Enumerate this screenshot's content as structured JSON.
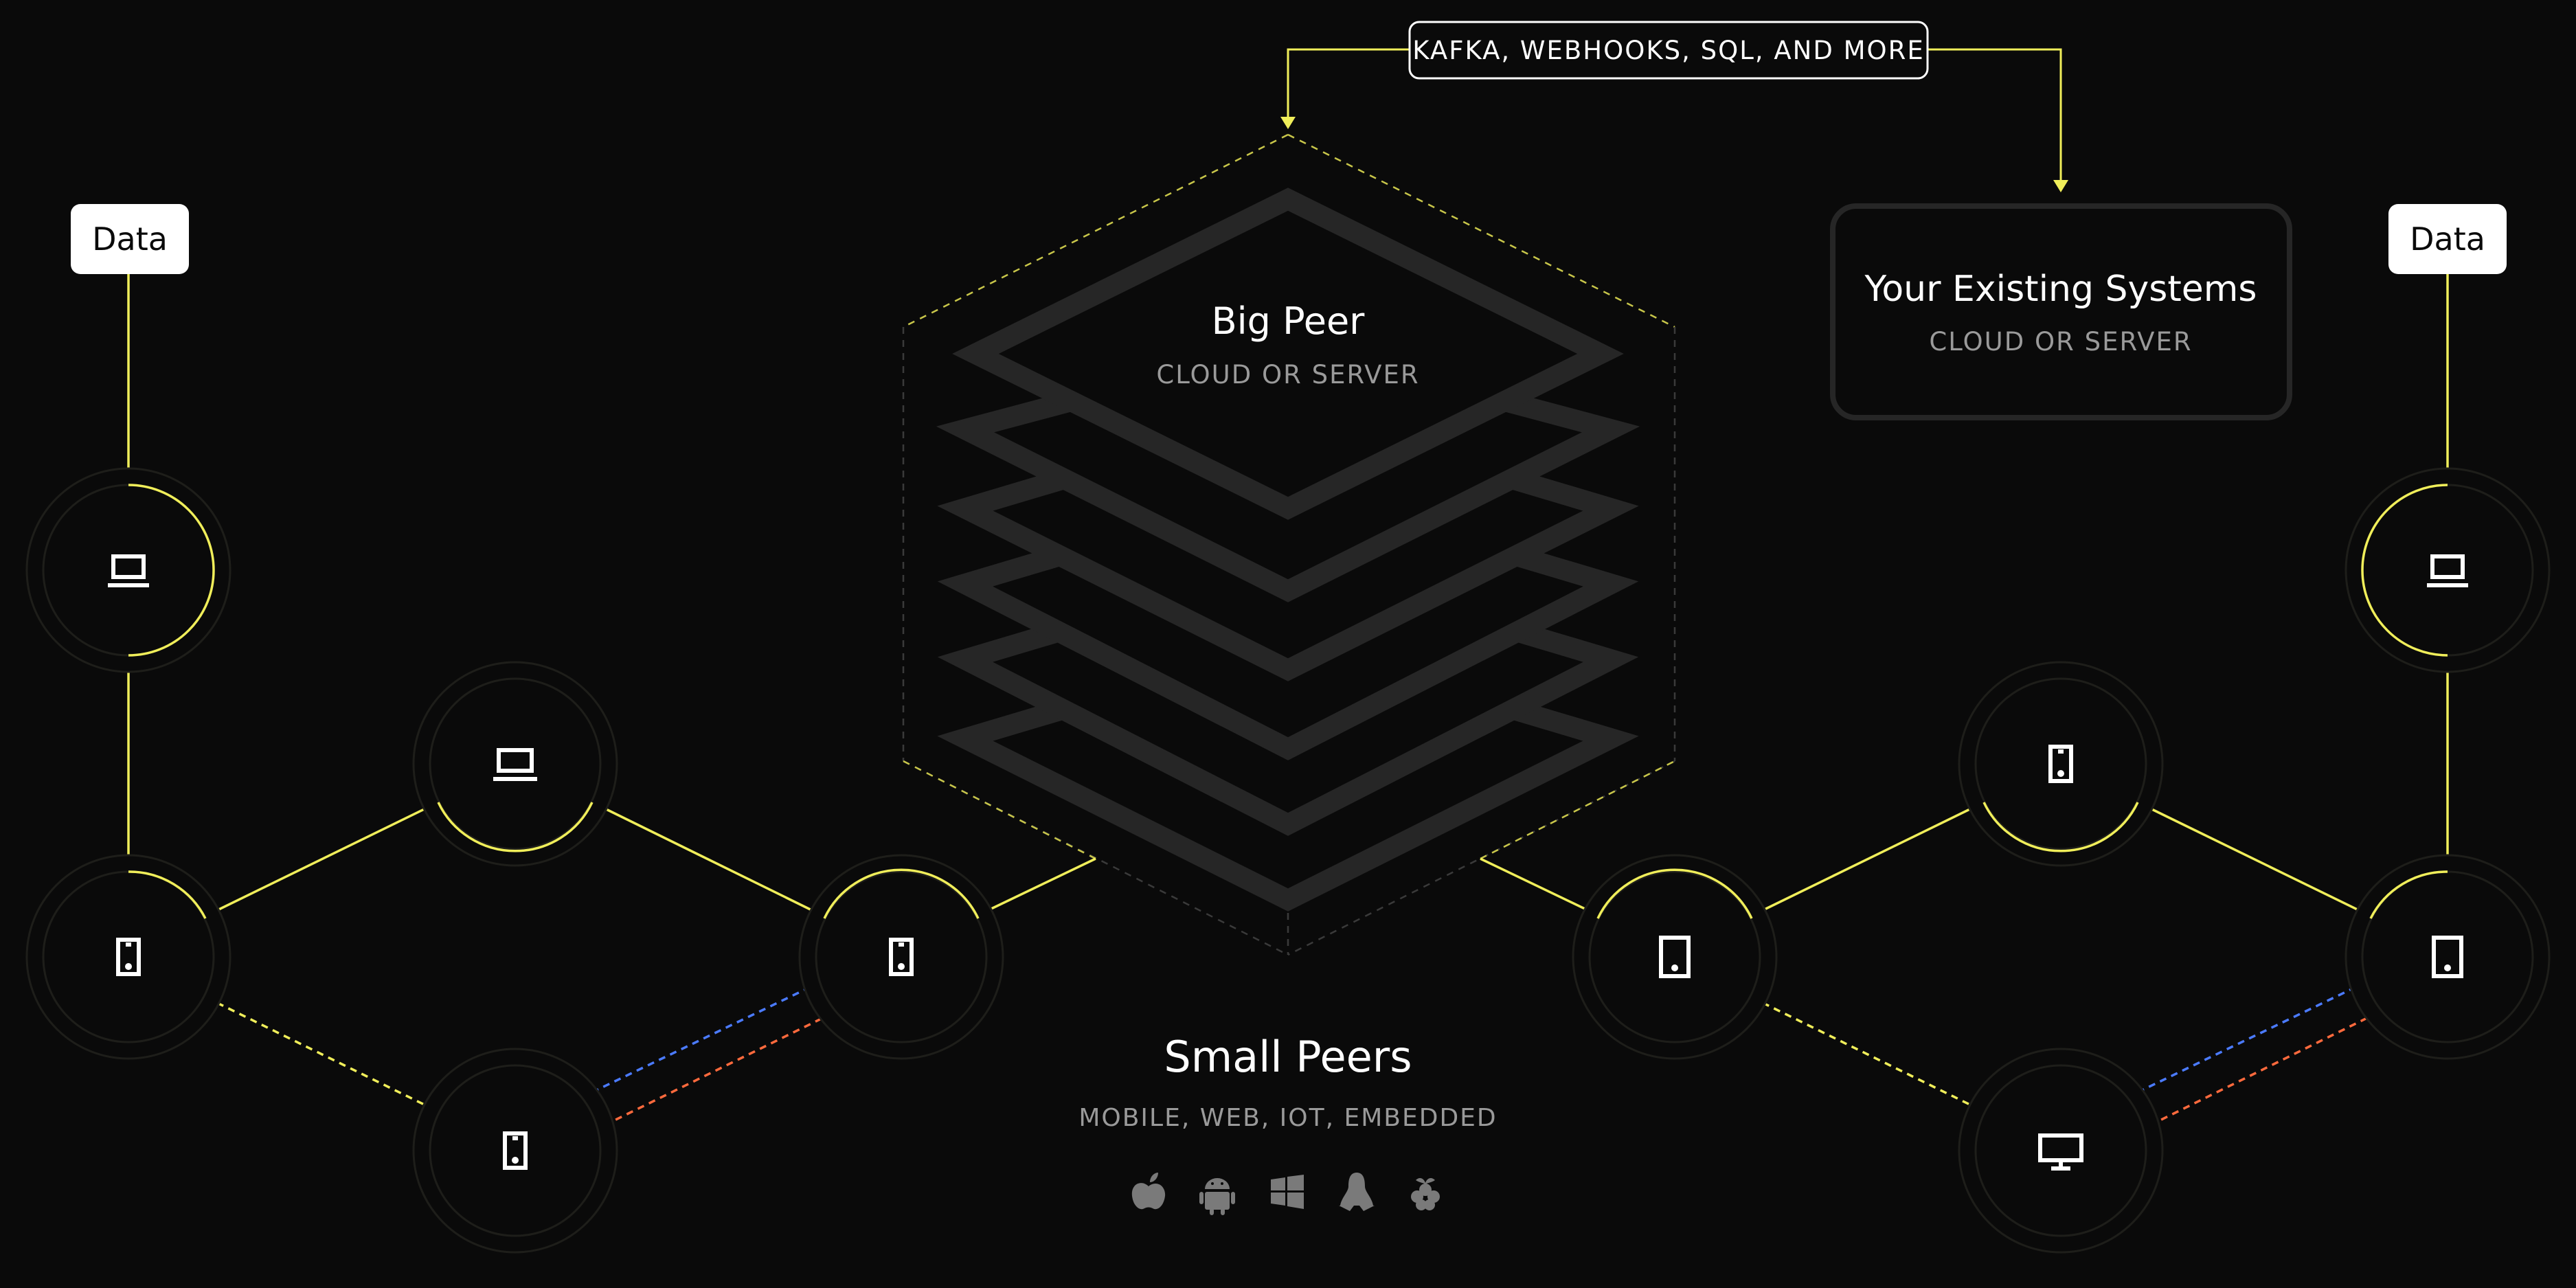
{
  "top_label": "KAFKA, WEBHOOKS, SQL, AND MORE",
  "data_left": "Data",
  "data_right": "Data",
  "big_peer": {
    "title": "Big Peer",
    "subtitle": "CLOUD OR SERVER"
  },
  "existing_systems": {
    "title": "Your Existing Systems",
    "subtitle": "CLOUD OR SERVER"
  },
  "small_peers": {
    "title": "Small Peers",
    "subtitle": "MOBILE, WEB, IOT, EMBEDDED",
    "platform_icons": [
      "apple-icon",
      "android-icon",
      "windows-icon",
      "linux-icon",
      "raspberry-pi-icon"
    ]
  },
  "colors": {
    "background": "#0a0a0a",
    "accent_yellow": "#f0ee5a",
    "link_blue": "#4b7bff",
    "link_orange": "#ff6a3d",
    "muted_text": "#9a9a9a"
  },
  "devices": [
    {
      "id": "left-laptop-top",
      "icon": "laptop-icon"
    },
    {
      "id": "left-laptop-mid",
      "icon": "laptop-icon"
    },
    {
      "id": "left-phone-a",
      "icon": "phone-icon"
    },
    {
      "id": "left-phone-b",
      "icon": "phone-icon"
    },
    {
      "id": "left-phone-c",
      "icon": "phone-icon"
    },
    {
      "id": "right-laptop-top",
      "icon": "laptop-icon"
    },
    {
      "id": "right-phone",
      "icon": "phone-icon"
    },
    {
      "id": "right-tablet-a",
      "icon": "tablet-icon"
    },
    {
      "id": "right-tablet-b",
      "icon": "tablet-icon"
    },
    {
      "id": "right-monitor",
      "icon": "monitor-icon"
    }
  ]
}
